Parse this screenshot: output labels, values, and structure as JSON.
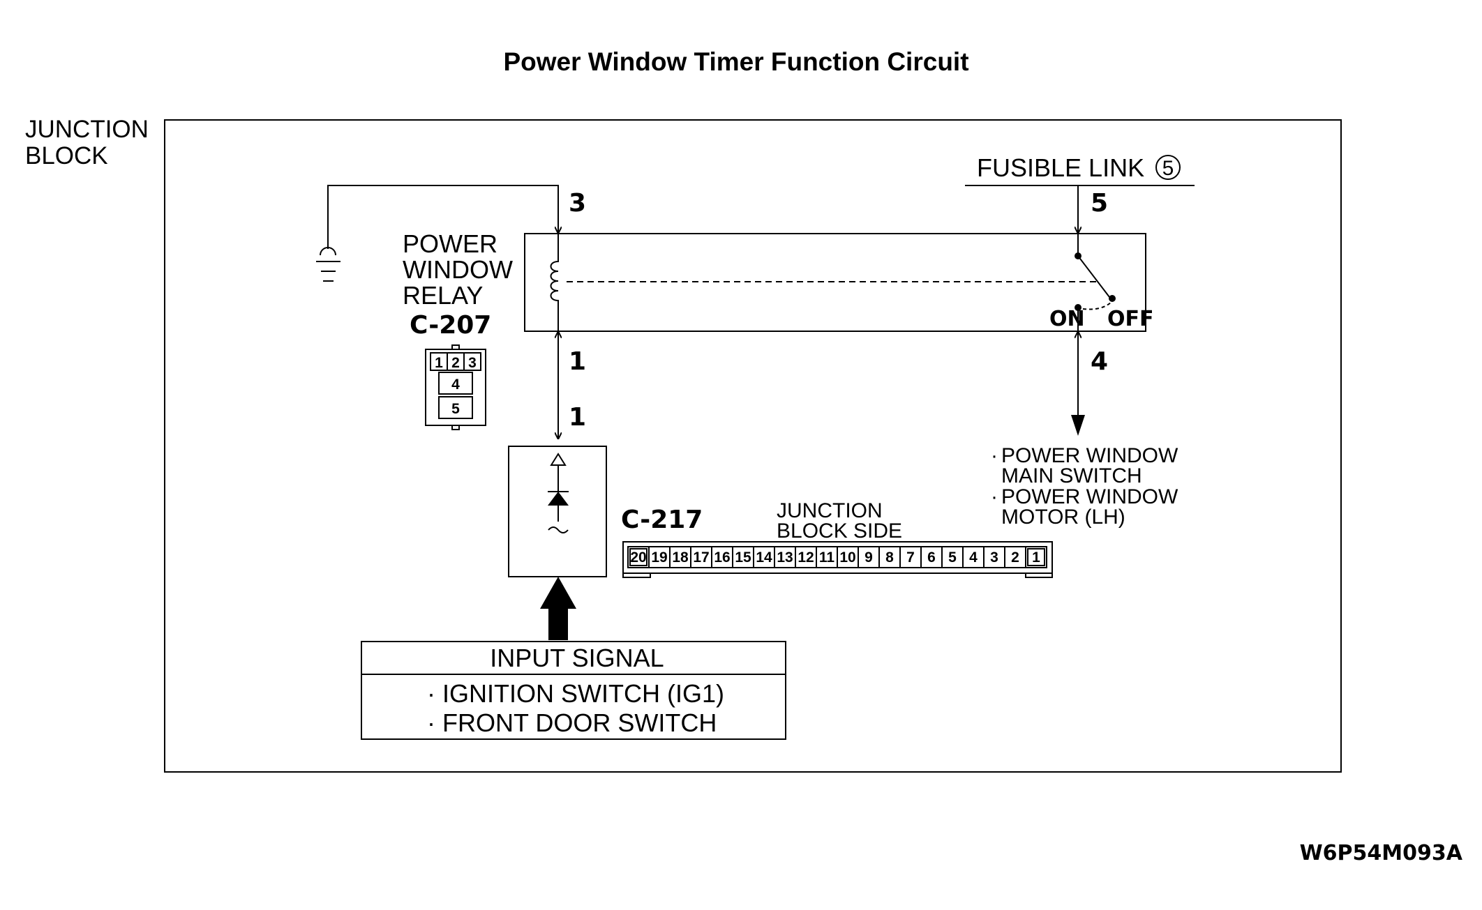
{
  "title": "Power Window Timer Function Circuit",
  "junction_block": {
    "line1": "JUNCTION",
    "line2": "BLOCK"
  },
  "fusible_link": {
    "label": "FUSIBLE LINK",
    "number": "5"
  },
  "relay": {
    "line1": "POWER",
    "line2": "WINDOW",
    "line3": "RELAY",
    "connector": "C-207",
    "pins": [
      "1",
      "2",
      "3",
      "4",
      "5"
    ],
    "switch_on_label": "ON",
    "switch_off_label": "OFF"
  },
  "terminals": {
    "t3": "3",
    "t5": "5",
    "t1_relay": "1",
    "t4": "4",
    "t1_connector": "1"
  },
  "outputs": {
    "line1": "POWER WINDOW",
    "line2": "MAIN SWITCH",
    "line3": "POWER WINDOW",
    "line4": "MOTOR (LH)"
  },
  "connector_c217": {
    "label": "C-217",
    "side_line1": "JUNCTION",
    "side_line2": "BLOCK SIDE",
    "pins": [
      "20",
      "19",
      "18",
      "17",
      "16",
      "15",
      "14",
      "13",
      "12",
      "11",
      "10",
      "9",
      "8",
      "7",
      "6",
      "5",
      "4",
      "3",
      "2",
      "1"
    ]
  },
  "input_signal": {
    "header": "INPUT SIGNAL",
    "item1": "IGNITION SWITCH (IG1)",
    "item2": "FRONT DOOR SWITCH"
  },
  "diagram_code": "W6P54M093A"
}
